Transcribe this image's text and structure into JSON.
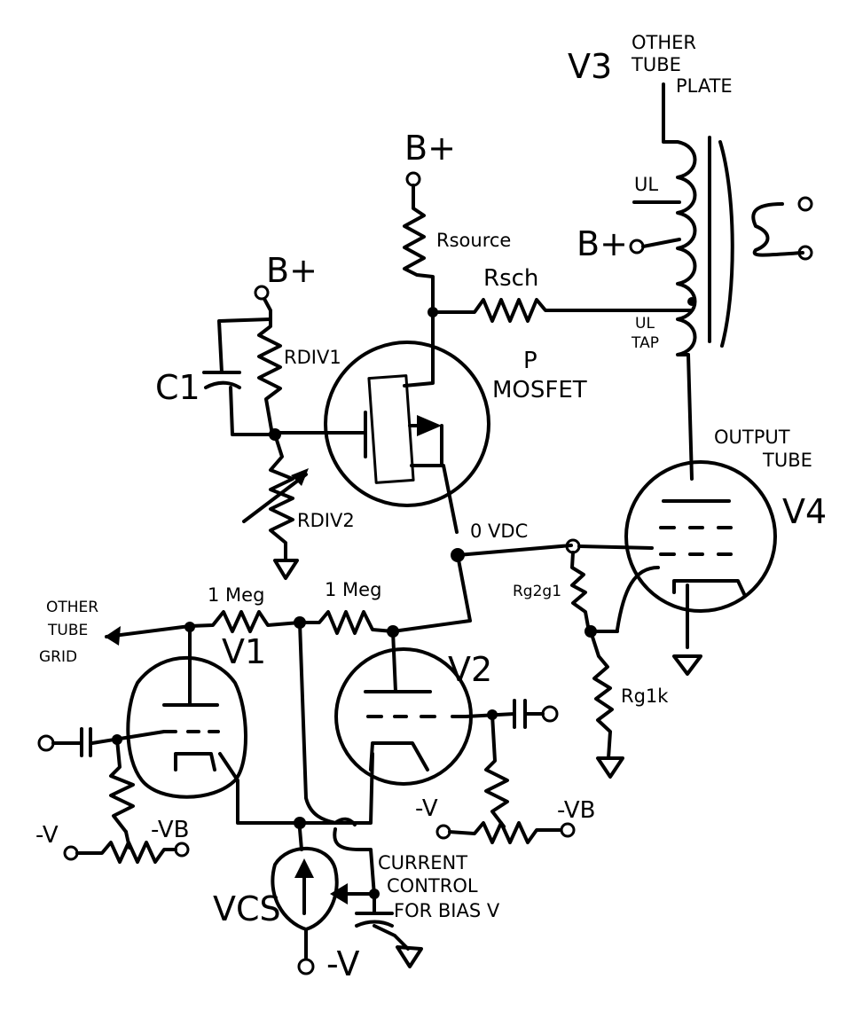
{
  "colors": {
    "ink": "#000000",
    "paper": "#ffffff"
  },
  "labels": {
    "v3": "V3",
    "other_tube_plate_1": "OTHER",
    "other_tube_plate_2": "TUBE",
    "other_tube_plate_3": "PLATE",
    "bplus_top": "B+",
    "bplus_left": "B+",
    "bplus_transformer": "B+",
    "rsource": "Rsource",
    "rsch": "Rsch",
    "ul": "UL",
    "ul_tap_1": "UL",
    "ul_tap_2": "TAP",
    "c1": "C1",
    "rdiv1": "RDIV1",
    "p_mosfet_1": "P",
    "p_mosfet_2": "MOSFET",
    "rdiv2": "RDIV2",
    "output_tube_1": "OUTPUT",
    "output_tube_2": "TUBE",
    "v4": "V4",
    "zero_vdc": "0 VDC",
    "rg2g1": "Rg2g1",
    "rg1k": "Rg1k",
    "one_meg_left": "1 Meg",
    "one_meg_right": "1 Meg",
    "other_tube_grid_1": "OTHER",
    "other_tube_grid_2": "TUBE",
    "other_tube_grid_3": "GRID",
    "v1": "V1",
    "v2": "V2",
    "neg_v_left": "-V",
    "neg_vb_left": "-VB",
    "neg_v_right": "-V",
    "neg_vb_right": "-VB",
    "vcs": "VCS",
    "current_control_1": "CURRENT",
    "current_control_2": "CONTROL",
    "current_control_3": "FOR BIAS V",
    "neg_v_bottom": "-V"
  }
}
